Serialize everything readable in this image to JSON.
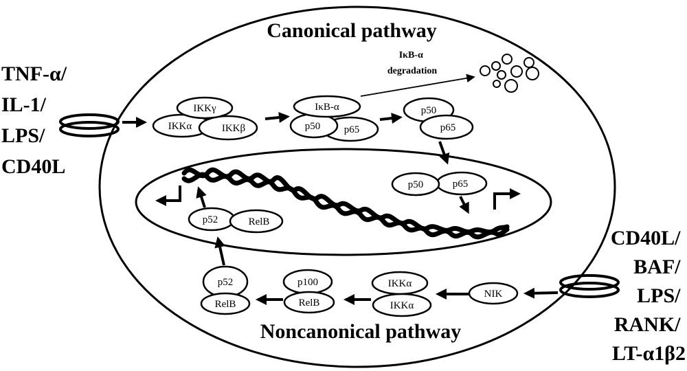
{
  "canonical_title": "Canonical pathway",
  "noncanonical_title": "Noncanonical pathway",
  "canonical_ligands": [
    "TNF-α/",
    "IL-1/",
    "LPS/",
    "CD40L"
  ],
  "noncanonical_ligands": [
    "CD40L/",
    "BAF/",
    "LPS/",
    "RANK/",
    "LT-α1β2"
  ],
  "degradation_label": [
    "IκB-α",
    "degradation"
  ],
  "molecules": {
    "ikk_gamma": "IKKγ",
    "ikk_alpha": "IKKα",
    "ikk_beta": "IKKβ",
    "ikb_alpha": "IκB-α",
    "p50": "p50",
    "p65": "p65",
    "p52": "p52",
    "relb": "RelB",
    "p100": "p100",
    "nik": "NIK"
  }
}
